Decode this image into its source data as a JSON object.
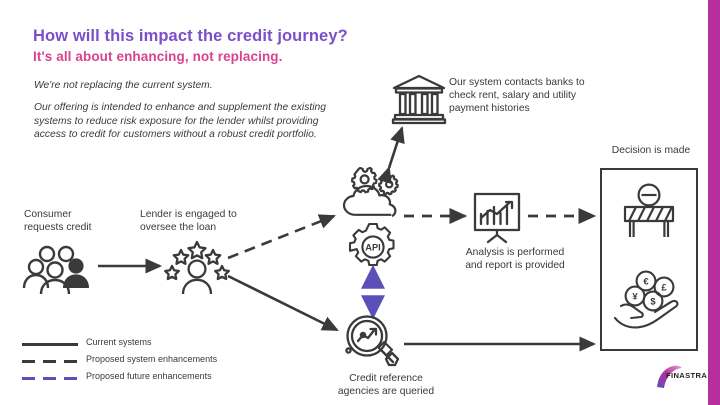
{
  "slide": {
    "title": "How will this impact the credit journey?",
    "subtitle": "It's all about enhancing, not replacing.",
    "body_paragraph_1": "We're not replacing the current system.",
    "body_paragraph_2": "Our offering is intended to enhance and supplement the existing systems to reduce risk exposure for the lender whilst providing access to credit for customers without a robust credit portfolio.",
    "brand": "FINASTRA"
  },
  "colors": {
    "title_purple": "#7b4fc9",
    "subtitle_magenta": "#d8438f",
    "edge_bar_magenta": "#b5309e",
    "ink": "#3a3a3a",
    "future_purple": "#5b50b8"
  },
  "nodes": [
    {
      "id": "consumer",
      "label": "Consumer\nrequests credit",
      "icon": "people-group-icon"
    },
    {
      "id": "lender",
      "label": "Lender is engaged to\noversee the loan",
      "icon": "person-with-stars-icon"
    },
    {
      "id": "bank",
      "label": "Our system contacts banks to check rent, salary and utility payment histories",
      "icon": "bank-building-icon"
    },
    {
      "id": "cloud",
      "label": "",
      "icon": "cloud-gears-icon"
    },
    {
      "id": "api",
      "label": "API",
      "icon": "api-gear-icon"
    },
    {
      "id": "analysis",
      "label": "Analysis is performed\nand report is provided",
      "icon": "presentation-chart-icon"
    },
    {
      "id": "credit-agency",
      "label": "Credit reference\nagencies are queried",
      "icon": "magnifier-chart-icon"
    },
    {
      "id": "decision",
      "label": "Decision is made",
      "icon": "decision-box"
    }
  ],
  "node_labels": {
    "consumer_line1": "Consumer",
    "consumer_line2": "requests credit",
    "lender_line1": "Lender is engaged to",
    "lender_line2": "oversee the loan",
    "bank": "Our system contacts banks to check rent, salary and utility payment histories",
    "analysis_line1": "Analysis is performed",
    "analysis_line2": "and report is provided",
    "credit_line1": "Credit reference",
    "credit_line2": "agencies are queried",
    "decision": "Decision is made",
    "api": "API"
  },
  "decision_icons": [
    {
      "name": "no-entry-barrier-icon",
      "meaning": "declined"
    },
    {
      "name": "hand-with-coins-icon",
      "meaning": "approved",
      "currencies": [
        "€",
        "£",
        "¥",
        "$"
      ]
    }
  ],
  "legend": {
    "items": [
      {
        "style": "solid",
        "color": "#3a3a3a",
        "label": "Current systems"
      },
      {
        "style": "dashed",
        "color": "#3a3a3a",
        "label": "Proposed system enhancements"
      },
      {
        "style": "dashed-purple",
        "color": "#5b50b8",
        "label": "Proposed future enhancements"
      }
    ]
  },
  "connectors": [
    {
      "from": "consumer",
      "to": "lender",
      "style": "solid",
      "direction": "one-way"
    },
    {
      "from": "lender",
      "to": "cloud",
      "style": "dashed",
      "direction": "one-way"
    },
    {
      "from": "lender",
      "to": "credit-agency",
      "style": "solid",
      "direction": "one-way"
    },
    {
      "from": "cloud",
      "to": "bank",
      "style": "solid",
      "direction": "two-way"
    },
    {
      "from": "cloud",
      "to": "analysis",
      "style": "dashed",
      "direction": "one-way"
    },
    {
      "from": "analysis",
      "to": "decision",
      "style": "dashed",
      "direction": "one-way"
    },
    {
      "from": "api",
      "to": "credit-agency",
      "style": "solid-purple",
      "direction": "two-way"
    },
    {
      "from": "credit-agency",
      "to": "decision",
      "style": "solid",
      "direction": "one-way"
    }
  ]
}
